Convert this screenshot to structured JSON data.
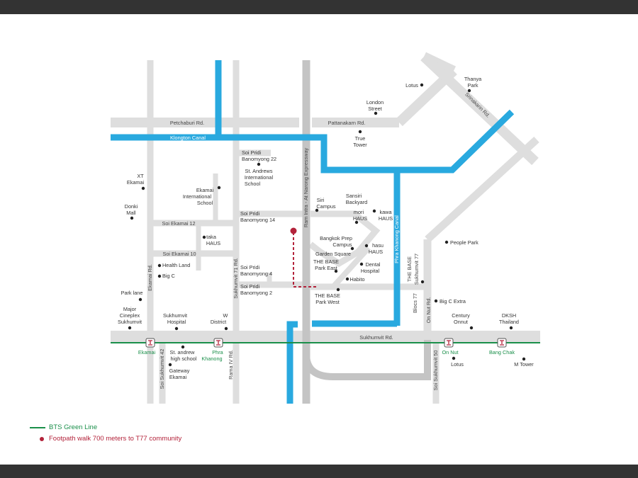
{
  "colors": {
    "road": "#dedede",
    "expressway": "#c4c4c4",
    "canal": "#29a9df",
    "bts": "#1a8f4a",
    "footpath": "#b3223a",
    "dot": "#222222"
  },
  "roads": {
    "petchaburi": "Petchaburi Rd.",
    "pattanakarn": "Pattanakarn Rd.",
    "srinakarin": "Srinakarin Rd.",
    "ekamai": "Ekamai Rd.",
    "sukhumvit_71": "Sukhumvit 71 Rd.",
    "ram_intra": "Ram Intra - At Narong Expressway",
    "soi_ekamai_12": "Soi Ekamai 12",
    "soi_ekamai_10": "Soi Ekamai 10",
    "sukhumvit_rd": "Sukhumvit Rd.",
    "soi_sukhumvit_42": "Soi Sukhumvit 42",
    "rama_iv": "Rama IV Rd.",
    "soi_sukhumvit_50": "Soi Sukhumvit 50",
    "on_nut": "On Nut Rd.",
    "bloc_77": "Blocs 77",
    "the_base_77": [
      "THE BASE",
      "Sukhumvit 77"
    ],
    "soi_pridi_22": [
      "Soi Pridi",
      "Banomyong 22"
    ],
    "soi_pridi_14": [
      "Soi Pridi",
      "Banomyong 14"
    ],
    "soi_pridi_4": [
      "Soi Pridi",
      "Banomyong 4"
    ],
    "soi_pridi_2": [
      "Soi Pridi",
      "Banomyong 2"
    ]
  },
  "canals": {
    "klongton": "Klongton Canal",
    "phra_khanong": "Phra Khanong Canal"
  },
  "stations": {
    "ekamai": "Ekamai",
    "phra_khanong": [
      "Phra",
      "Khanong"
    ],
    "on_nut": "On Nut",
    "bang_chak": "Bang Chak"
  },
  "places": {
    "lotus_top": "Lotus",
    "thanya_park": [
      "Thanya",
      "Park"
    ],
    "london_street": [
      "London",
      "Street"
    ],
    "true_tower": [
      "True",
      "Tower"
    ],
    "xt_ekamai": [
      "XT",
      "Ekamai"
    ],
    "donki_mall": [
      "Donki",
      "Mall"
    ],
    "st_andrews": [
      "St. Andrews",
      "International",
      "School"
    ],
    "ekamai_school": [
      "Ekamai",
      "International",
      "School"
    ],
    "taka_haus": [
      "taka",
      "HAUS"
    ],
    "health_land": "Health Land",
    "big_c": "Big C",
    "park_lane": "Park lane",
    "major_cineplex": [
      "Major",
      "Cineplex",
      "Sukhumvit"
    ],
    "sukhumvit_hospital": [
      "Sukhumvit",
      "Hospital"
    ],
    "w_district": [
      "W",
      "District"
    ],
    "siri_campus": [
      "Siri",
      "Campus"
    ],
    "sansiri_backyard": [
      "Sansiri",
      "Backyard"
    ],
    "mori_haus": [
      "mori",
      "HAUS"
    ],
    "kawa_haus": [
      "kawa",
      "HAUS"
    ],
    "bangkok_prep": [
      "Bangkok Prep",
      "Campus"
    ],
    "hasu_haus": [
      "hasu",
      "HAUS"
    ],
    "garden_square": "Garden Square",
    "base_park_east": [
      "THE BASE",
      "Park East"
    ],
    "dental_hospital": [
      "Dental",
      "Hospital"
    ],
    "habito": "Habito",
    "base_park_west": [
      "THE BASE",
      "Park West"
    ],
    "people_park": "People Park",
    "big_c_extra": "Big C Extra",
    "century": [
      "Century",
      "Onnut"
    ],
    "dksh": [
      "DKSH",
      "Thailand"
    ],
    "st_andrew_high": [
      "St. andrew",
      "high school"
    ],
    "gateway": [
      "Gateway",
      "Ekamai"
    ],
    "lotus_bottom": "Lotus",
    "m_tower": "M Tower"
  },
  "legend": {
    "bts": "BTS Green Line",
    "footpath": "Footpath walk 700 meters to T77 community"
  }
}
